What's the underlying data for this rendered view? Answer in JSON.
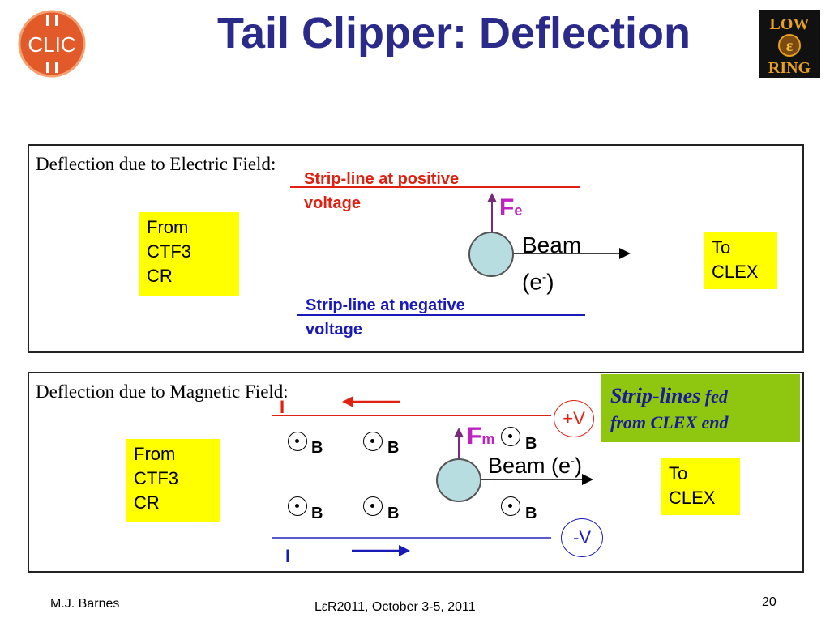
{
  "title": "Tail Clipper: Deflection",
  "logos": {
    "left": "CLIC",
    "right_top": "LOW",
    "right_mid": "ε",
    "right_bottom": "RING"
  },
  "colors": {
    "title": "#2a2a8a",
    "yellow": "#ffff00",
    "green": "#8fc610",
    "red": "#e02010",
    "blue": "#1a1ab8",
    "magenta": "#c020c0",
    "beam": "#b8dde0"
  },
  "electric": {
    "heading": "Deflection due to Electric Field:",
    "from_lines": [
      "From",
      "CTF3",
      "CR"
    ],
    "to_lines": [
      "To",
      "CLEX"
    ],
    "pos_strip": [
      "Strip-line at positive",
      "voltage"
    ],
    "neg_strip": [
      "Strip-line at negative",
      "voltage"
    ],
    "force": "F",
    "force_sub": "e",
    "beam_line1": "Beam",
    "beam_line2_a": "(e",
    "beam_line2_sup": "-",
    "beam_line2_b": ")"
  },
  "magnetic": {
    "heading": "Deflection due to Magnetic Field:",
    "from_lines": [
      "From",
      "CTF3",
      "CR"
    ],
    "to_lines": [
      "To",
      "CLEX"
    ],
    "current_label": "I",
    "plus_v": "+V",
    "minus_v": "-V",
    "force": "F",
    "force_sub": "m",
    "beam_a": "Beam (e",
    "beam_sup": "-",
    "beam_b": ")",
    "b_label": "B",
    "note_italic": "Strip-lines",
    "note_rest1": " fed",
    "note_line2": "from CLEX end"
  },
  "footer": {
    "author": "M.J. Barnes",
    "event": "LεR2011, October 3-5, 2011",
    "page": "20"
  }
}
